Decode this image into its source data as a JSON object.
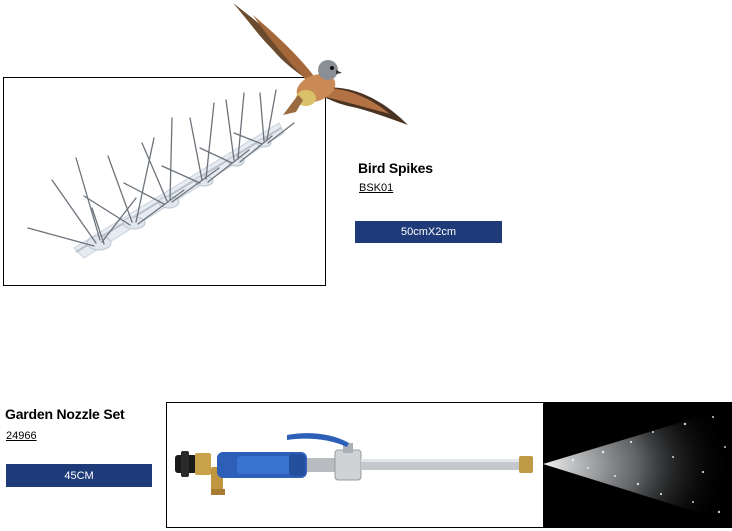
{
  "products": [
    {
      "title": "Bird Spikes",
      "code": "BSK01",
      "size": "50cmX2cm"
    },
    {
      "title": "Garden Nozzle Set",
      "code": "24966",
      "size": "45CM"
    }
  ],
  "colors": {
    "size_bar": "#1e3a78",
    "frame_border": "#000000"
  }
}
